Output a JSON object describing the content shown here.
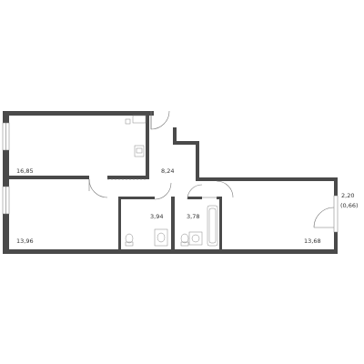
{
  "rooms": {
    "living_room": "16,85",
    "hall": "8,24",
    "bathroom": "3,94",
    "toilet": "3,78",
    "bedroom_left": "13,96",
    "bedroom_right": "13,68",
    "balcony_area": "2,20",
    "balcony_reduced": "(0,66)"
  },
  "colors": {
    "wall": "#4a4a4a",
    "thin_line": "#777777",
    "background": "#ffffff"
  }
}
